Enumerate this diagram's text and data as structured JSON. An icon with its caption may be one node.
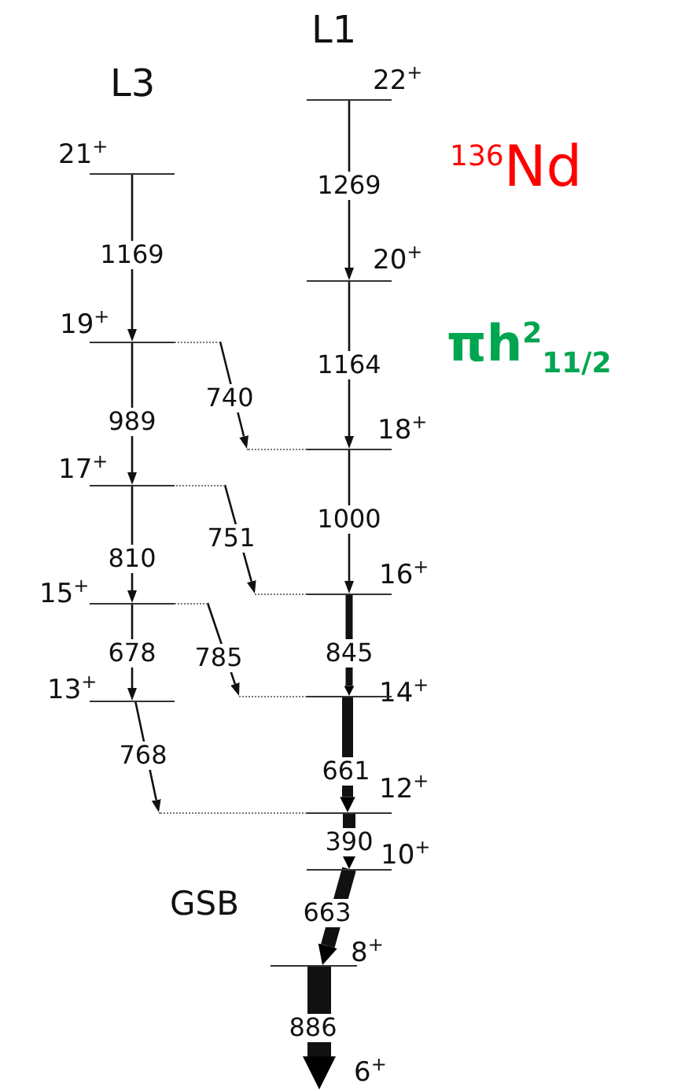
{
  "diagram": {
    "nodes": [
      {
        "text": [
          "22$^{+}$"
        ]
      },
      {
        "text": [
          "20$^{+}$"
        ]
      },
      {
        "text": [
          "18$^{+}$"
        ]
      },
      {
        "text": [
          "16$^{+}$"
        ]
      },
      {
        "text": [
          "14$^{+}$"
        ]
      },
      {
        "text": [
          "12$^{+}$"
        ]
      },
      {
        "text": [
          "10$^{+}$"
        ]
      },
      {
        "text": [
          "8$^{+}$"
        ]
      },
      {
        "text": [
          "21$^{+}$"
        ]
      },
      {
        "text": [
          "19$^{+}$"
        ]
      },
      {
        "text": [
          "17$^{+}$"
        ]
      },
      {
        "text": [
          "15$^{+}$"
        ]
      },
      {
        "text": [
          "13$^{+}$"
        ]
      }
    ],
    "edges": [
      {
        "from": 0,
        "to": 1,
        "arrow": "to",
        "label": "1269"
      },
      {
        "from": 1,
        "to": 2,
        "arrow": "to",
        "label": "1164"
      },
      {
        "from": 2,
        "to": 3,
        "arrow": "to",
        "label": "1000"
      },
      {
        "from": 3,
        "to": 4,
        "arrow": "to",
        "label": "845",
        "style": "thick"
      },
      {
        "from": 4,
        "to": 5,
        "arrow": "to",
        "label": "661",
        "style": "thick"
      },
      {
        "from": 5,
        "to": 6,
        "arrow": "to",
        "label": "390",
        "style": "thick"
      },
      {
        "from": 6,
        "to": 7,
        "arrow": "to",
        "label": "663",
        "style": "thick"
      },
      {
        "from": 7,
        "to": null,
        "arrow": "to",
        "label": "886",
        "style": "thick"
      },
      {
        "from": 8,
        "to": 9,
        "arrow": "to",
        "label": "1169"
      },
      {
        "from": 9,
        "to": 10,
        "arrow": "to",
        "label": "989"
      },
      {
        "from": 10,
        "to": 11,
        "arrow": "to",
        "label": "810"
      },
      {
        "from": 11,
        "to": 12,
        "arrow": "to",
        "label": "678"
      },
      {
        "from": 9,
        "to": 2,
        "arrow": "to",
        "label": "740"
      },
      {
        "from": 10,
        "to": 3,
        "arrow": "to",
        "label": "751"
      },
      {
        "from": 11,
        "to": 4,
        "arrow": "to",
        "label": "785"
      },
      {
        "from": 12,
        "to": 5,
        "arrow": "to",
        "label": "768"
      }
    ],
    "labels": [
      "L1",
      "L3",
      "$^{136}$Nd",
      "πh$^{2}$$_{11/2}$",
      "GSB",
      "6$^{+}$"
    ]
  }
}
